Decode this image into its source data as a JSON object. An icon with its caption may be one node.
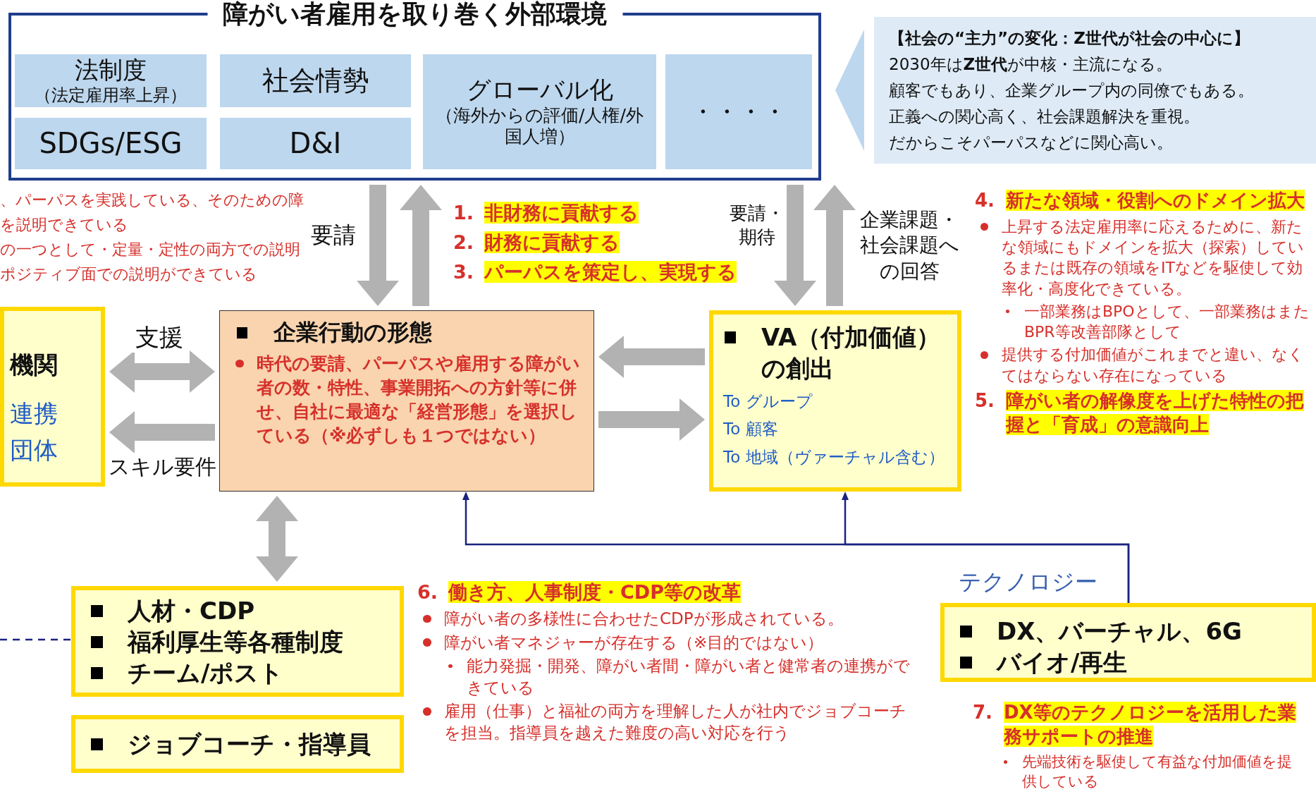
{
  "diagram": {
    "nodes": [
      {
        "text": [
          "障がい者雇用を取り巻く外部環境"
        ]
      },
      {
        "text": [
          "法制度",
          "（法定雇用率上昇）"
        ],
        "in": 0
      },
      {
        "text": [
          "社会情勢"
        ],
        "in": 0
      },
      {
        "text": [
          "SDGs/ESG"
        ],
        "in": 0
      },
      {
        "text": [
          "D&I"
        ],
        "in": 0
      },
      {
        "text": [
          "グローバル化",
          "（海外からの評価/人権/外国人増）"
        ],
        "in": 0
      },
      {
        "text": [
          "・・・・"
        ],
        "in": 0
      },
      {
        "text": [
          "【社会の“主力”の変化：Z世代が社会の中心に】",
          "2030年は**Z世代**が中核・主流になる。",
          "顧客でもあり、企業グループ内の同僚でもある。",
          "正義への関心高く、社会課題解決を重視。",
          "だからこそパーパスなどに関心高い。"
        ]
      },
      {
        "text": [
          "企業行動の形態",
          "時代の要請、パーパスや雇用する障がい者の数・特性、事業開拓への方針等に併せ、自社に最適な「経営形態」を選択している（※必ずしも１つではない）"
        ]
      },
      {
        "text": [
          "VA（付加価値）の創出",
          "To グループ",
          "To 顧客",
          "To 地域（ヴァーチャル含む）"
        ]
      },
      {
        "text": [
          "機関",
          "連携",
          "団体"
        ]
      },
      {
        "text": [
          "人材・CDP",
          "福利厚生等各種制度",
          "チーム/ポスト"
        ]
      },
      {
        "text": [
          "ジョブコーチ・指導員"
        ]
      },
      {
        "text": [
          "テクノロジー",
          "DX、バーチャル、6G",
          "バイオ/再生"
        ]
      }
    ],
    "edges": [
      {
        "from": 0,
        "to": 8,
        "arrow": "to",
        "label": "要請"
      },
      {
        "from": 8,
        "to": 0,
        "arrow": "to"
      },
      {
        "from": 0,
        "to": 9,
        "arrow": "to",
        "label": "要請・期待"
      },
      {
        "from": 9,
        "to": 0,
        "arrow": "to",
        "label": "企業課題・社会課題への回答"
      },
      {
        "from": 10,
        "to": 8,
        "arrow": "both",
        "label": "支援"
      },
      {
        "from": 8,
        "to": 10,
        "arrow": "to",
        "label": "スキル要件"
      },
      {
        "from": 9,
        "to": 8,
        "arrow": "to"
      },
      {
        "from": 8,
        "to": 9,
        "arrow": "to"
      },
      {
        "from": 8,
        "to": 11,
        "arrow": "both"
      },
      {
        "from": 13,
        "to": 8,
        "arrow": "to",
        "color": "#1a237e"
      },
      {
        "from": 13,
        "to": 9,
        "arrow": "to",
        "color": "#1a237e"
      },
      {
        "from": null,
        "to": 11,
        "arrow": "none",
        "style": "dashed",
        "color": "#1a237e"
      }
    ],
    "labels": [
      "、パーパスを実践している、そのための障",
      "を説明できている",
      "の一つとして・定量・定性の両方での説明",
      "ポジティブ面での説明ができている",
      "1.",
      "非財務に貢献する",
      "2.",
      "財務に貢献する",
      "3.",
      "パーパスを策定し、実現する",
      "4.",
      "新たな領域・役割へのドメイン拡大",
      "上昇する法定雇用率に応えるために、新たな領域にもドメインを拡大（探索）しているまたは既存の領域をITなどを駆使して効率化・高度化できている。",
      "一部業務はBPOとして、一部業務はまたBPR等改善部隊として",
      "提供する付加価値がこれまでと違い、なくてはならない存在になっている",
      "5.",
      "障がい者の解像度を上げた特性の把握と「育成」の意識向上",
      "6.",
      "働き方、人事制度・CDP等の改革",
      "障がい者の多様性に合わせたCDPが形成されている。",
      "障がい者マネジャーが存在する（※目的ではない）",
      "能力発掘・開発、障がい者間・障がい者と健常者の連携ができている",
      "雇用（仕事）と福祉の両方を理解した人が社内でジョブコーチを担当。指導員を越えた難度の高い対応を行う",
      "7.",
      "DX等のテクノロジーを活用した業務サポートの推進",
      "先端技術を駆使して有益な付加価値を提供している"
    ]
  }
}
